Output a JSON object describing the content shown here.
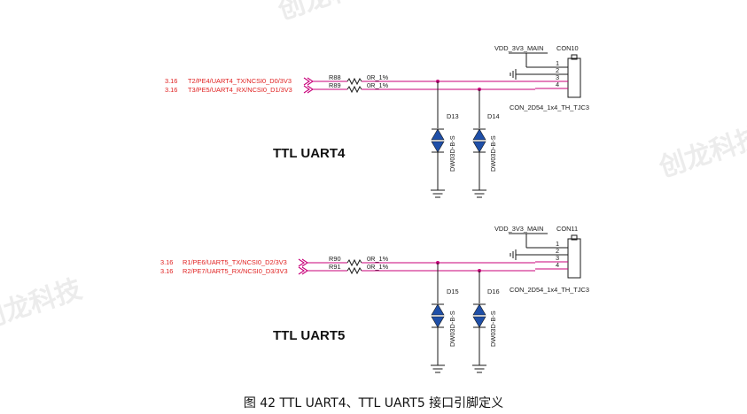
{
  "watermark": "创龙科技",
  "caption": "图  42 TTL UART4、TTL UART5 接口引脚定义",
  "net_labels": {
    "power": "VDD_3V3_MAIN",
    "resistor_value": "0R_1%",
    "diode_part": "DW03D-B-S",
    "connector_part": "CON_2D54_1x4_TH_TJC3",
    "pins": [
      "1",
      "2",
      "3",
      "4"
    ]
  },
  "blocks": [
    {
      "title": "TTL UART4",
      "connector": "CON10",
      "signals": [
        {
          "ref": "3.16",
          "net": "T2/PE4/UART4_TX/NCSI0_D0/3V3",
          "resistor": "R88"
        },
        {
          "ref": "3.16",
          "net": "T3/PE5/UART4_RX/NCSI0_D1/3V3",
          "resistor": "R89"
        }
      ],
      "diodes": [
        "D13",
        "D14"
      ]
    },
    {
      "title": "TTL UART5",
      "connector": "CON11",
      "signals": [
        {
          "ref": "3.16",
          "net": "R1/PE6/UART5_TX/NCSI0_D2/3V3",
          "resistor": "R90"
        },
        {
          "ref": "3.16",
          "net": "R2/PE7/UART5_RX/NCSI0_D3/3V3",
          "resistor": "R91"
        }
      ],
      "diodes": [
        "D15",
        "D16"
      ]
    }
  ]
}
